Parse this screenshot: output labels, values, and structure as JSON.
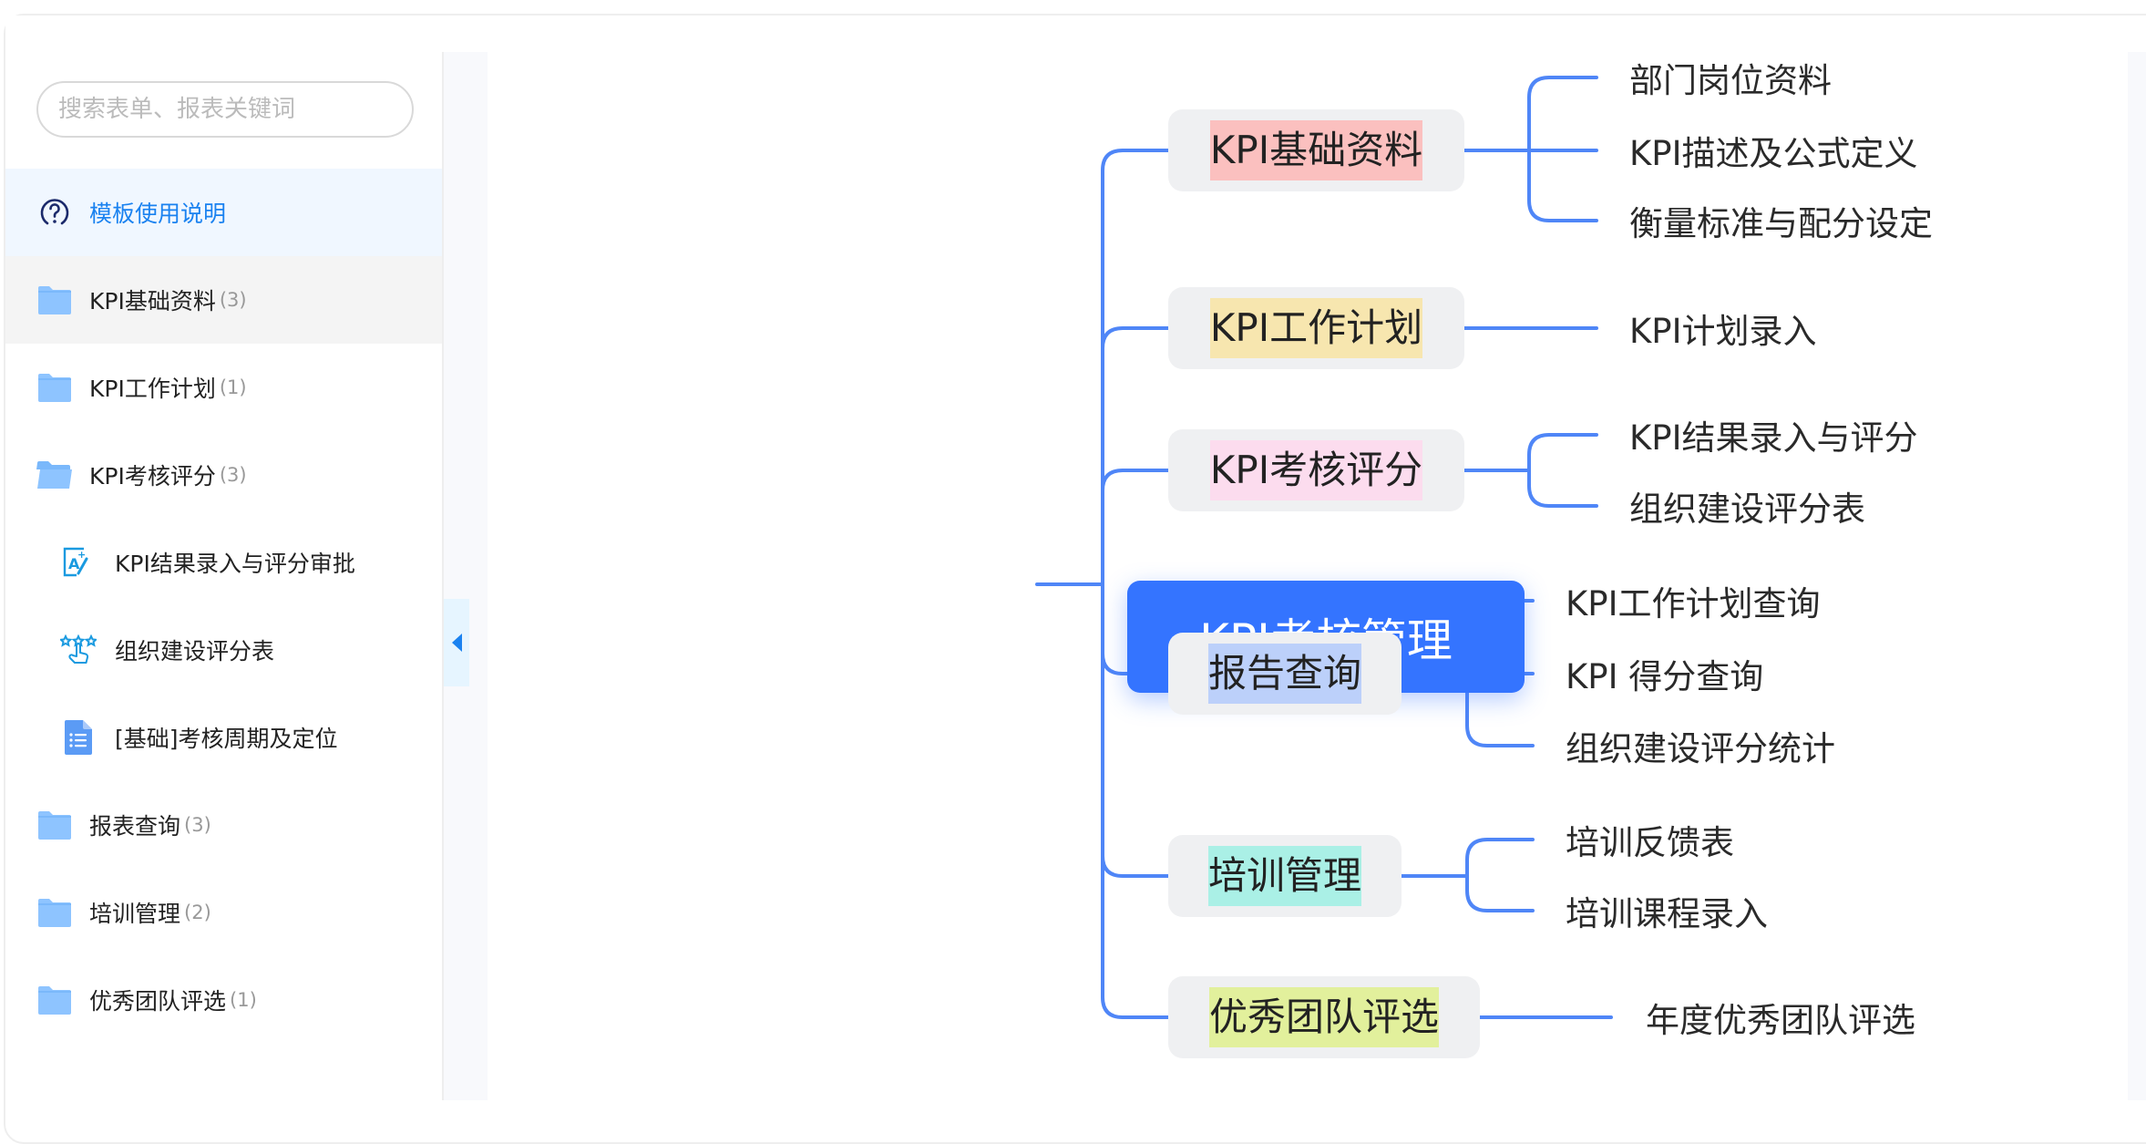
{
  "sidebar": {
    "search_placeholder": "搜索表单、报表关键词",
    "items": [
      {
        "label": "模板使用说明",
        "count": "",
        "icon": "help-circle-icon",
        "type": "help"
      },
      {
        "label": "KPI基础资料",
        "count": "(3)",
        "icon": "folder-icon",
        "type": "folder",
        "active": true
      },
      {
        "label": "KPI工作计划",
        "count": "(1)",
        "icon": "folder-icon",
        "type": "folder"
      },
      {
        "label": "KPI考核评分",
        "count": "(3)",
        "icon": "folder-open-icon",
        "type": "folder"
      },
      {
        "label": "KPI结果录入与评分审批",
        "count": "",
        "icon": "grade-edit-icon",
        "type": "form"
      },
      {
        "label": "组织建设评分表",
        "count": "",
        "icon": "star-rating-icon",
        "type": "form"
      },
      {
        "label": "[基础]考核周期及定位",
        "count": "",
        "icon": "list-document-icon",
        "type": "form"
      },
      {
        "label": "报表查询",
        "count": "(3)",
        "icon": "folder-icon",
        "type": "folder"
      },
      {
        "label": "培训管理",
        "count": "(2)",
        "icon": "folder-icon",
        "type": "folder"
      },
      {
        "label": "优秀团队评选",
        "count": "(1)",
        "icon": "folder-icon",
        "type": "folder"
      }
    ]
  },
  "mindmap": {
    "root": "KPI考核管理",
    "colors": {
      "root": "#3474ff",
      "line": "#4f86f7"
    },
    "branches": [
      {
        "label": "KPI基础资料",
        "highlight": "#fbc0bf",
        "children": [
          "部门岗位资料",
          "KPI描述及公式定义",
          "衡量标准与配分设定"
        ]
      },
      {
        "label": "KPI工作计划",
        "highlight": "#f7e6af",
        "children": [
          "KPI计划录入"
        ]
      },
      {
        "label": "KPI考核评分",
        "highlight": "#fcdcee",
        "children": [
          "KPI结果录入与评分",
          "组织建设评分表"
        ]
      },
      {
        "label": "报告查询",
        "highlight": "#bcd0fa",
        "children": [
          "KPI工作计划查询",
          "KPI 得分查询",
          "组织建设评分统计"
        ]
      },
      {
        "label": "培训管理",
        "highlight": "#aaf0e6",
        "children": [
          "培训反馈表",
          "培训课程录入"
        ]
      },
      {
        "label": "优秀团队评选",
        "highlight": "#e2f09c",
        "children": [
          "年度优秀团队评选"
        ]
      }
    ]
  }
}
